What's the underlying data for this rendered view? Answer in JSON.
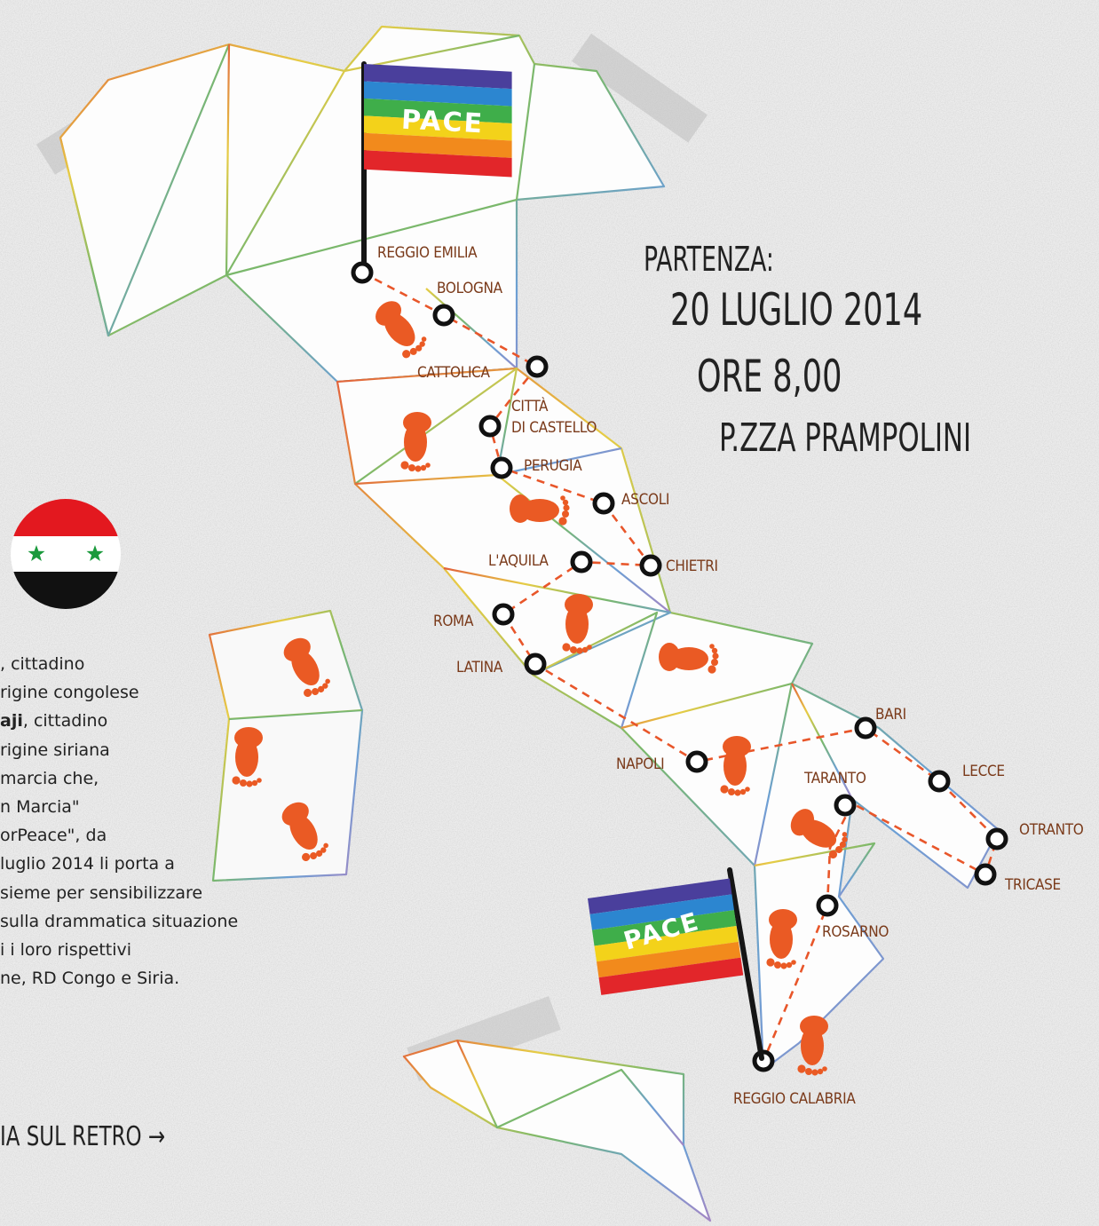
{
  "colors": {
    "background": "#ebebeb",
    "route": "#e8562a",
    "foot": "#ea5a24",
    "city_label": "#7a3a1a",
    "text": "#222222"
  },
  "flags": {
    "north": {
      "text": "PACE"
    },
    "south": {
      "text": "PACE"
    }
  },
  "departure": {
    "label": "PARTENZA:",
    "date": "20 LUGLIO 2014",
    "time": "ORE 8,00",
    "place": "P.ZZA PRAMPOLINI"
  },
  "cities": {
    "reggio_emilia": "REGGIO EMILIA",
    "bologna": "BOLOGNA",
    "cattolica": "CATTOLICA",
    "citta_line1": "CITTÀ",
    "citta_line2": "DI CASTELLO",
    "perugia": "PERUGIA",
    "ascoli": "ASCOLI",
    "laquila": "L'AQUILA",
    "chietri": "CHIETRI",
    "roma": "ROMA",
    "latina": "LATINA",
    "napoli": "NAPOLI",
    "bari": "BARI",
    "lecce": "LECCE",
    "taranto": "TARANTO",
    "otranto": "OTRANTO",
    "tricase": "TRICASE",
    "rosarno": "ROSARNO",
    "reggio_calabria": "REGGIO CALABRIA"
  },
  "story": {
    "l1": ", cittadino",
    "l2": "rigine congolese",
    "l3_bold": "aji",
    "l3_rest": ", cittadino",
    "l4": "rigine siriana",
    "l5": " marcia che,",
    "l6": "n Marcia\"",
    "l7": "orPeace\", da",
    "l8": "luglio 2014 li porta a",
    "l9": "sieme per sensibilizzare",
    "l10": " sulla drammatica situazione",
    "l11": "i i loro rispettivi",
    "l12": "ne, RD Congo e Siria."
  },
  "back_link": "IA SUL RETRO →",
  "icons": [
    "syria-flag-icon",
    "foot-icon",
    "peace-flag-icon",
    "arrow-right-icon"
  ]
}
